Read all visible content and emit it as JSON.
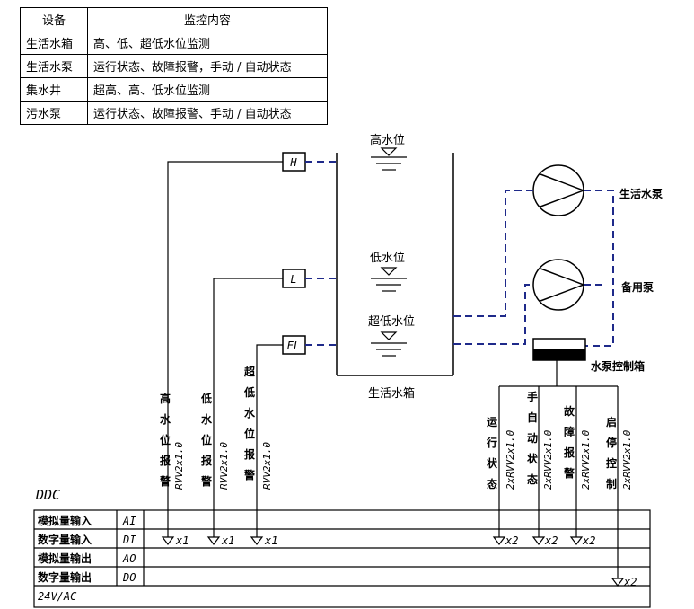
{
  "table": {
    "headers": [
      "设备",
      "监控内容"
    ],
    "rows": [
      [
        "生活水箱",
        "高、低、超低水位监测"
      ],
      [
        "生活水泵",
        "运行状态、故障报警，手动 / 自动状态"
      ],
      [
        "集水井",
        "超高、高、低水位监测"
      ],
      [
        "污水泵",
        "运行状态、故障报警、手动 / 自动状态"
      ]
    ]
  },
  "diagram": {
    "tank_label": "生活水箱",
    "level_high": "高水位",
    "level_low": "低水位",
    "level_ultra_low": "超低水位",
    "sensor_high": "H",
    "sensor_low": "L",
    "sensor_ultra_low": "EL",
    "pump_main": "生活水泵",
    "pump_standby": "备用泵",
    "control_box": "水泵控制箱",
    "ddc_label": "DDC",
    "signals": [
      {
        "chars": [
          "高",
          "水",
          "位",
          "报",
          "警"
        ],
        "cable": "RVV2x1.0",
        "mult": "x1"
      },
      {
        "chars": [
          "低",
          "水",
          "位",
          "报",
          "警"
        ],
        "cable": "RVV2x1.0",
        "mult": "x1"
      },
      {
        "chars": [
          "超",
          "低",
          "水",
          "位",
          "报",
          "警"
        ],
        "cable": "RVV2x1.0",
        "mult": "x1"
      },
      {
        "chars": [
          "运",
          "行",
          "状",
          "态"
        ],
        "cable": "2xRVV2x1.0",
        "mult": "x2"
      },
      {
        "chars": [
          "手",
          "自",
          "动",
          "状",
          "态"
        ],
        "cable": "2xRVV2x1.0",
        "mult": "x2"
      },
      {
        "chars": [
          "故",
          "障",
          "报",
          "警"
        ],
        "cable": "2xRVV2x1.0",
        "mult": "x2"
      },
      {
        "chars": [
          "启",
          "停",
          "控",
          "制"
        ],
        "cable": "2xRVV2x1.0",
        "mult": "x2"
      }
    ],
    "io_rows": [
      {
        "name": "模拟量输入",
        "code": "AI"
      },
      {
        "name": "数字量输入",
        "code": "DI"
      },
      {
        "name": "模拟量输出",
        "code": "AO"
      },
      {
        "name": "数字量输出",
        "code": "DO"
      }
    ],
    "power": "24V/AC"
  }
}
